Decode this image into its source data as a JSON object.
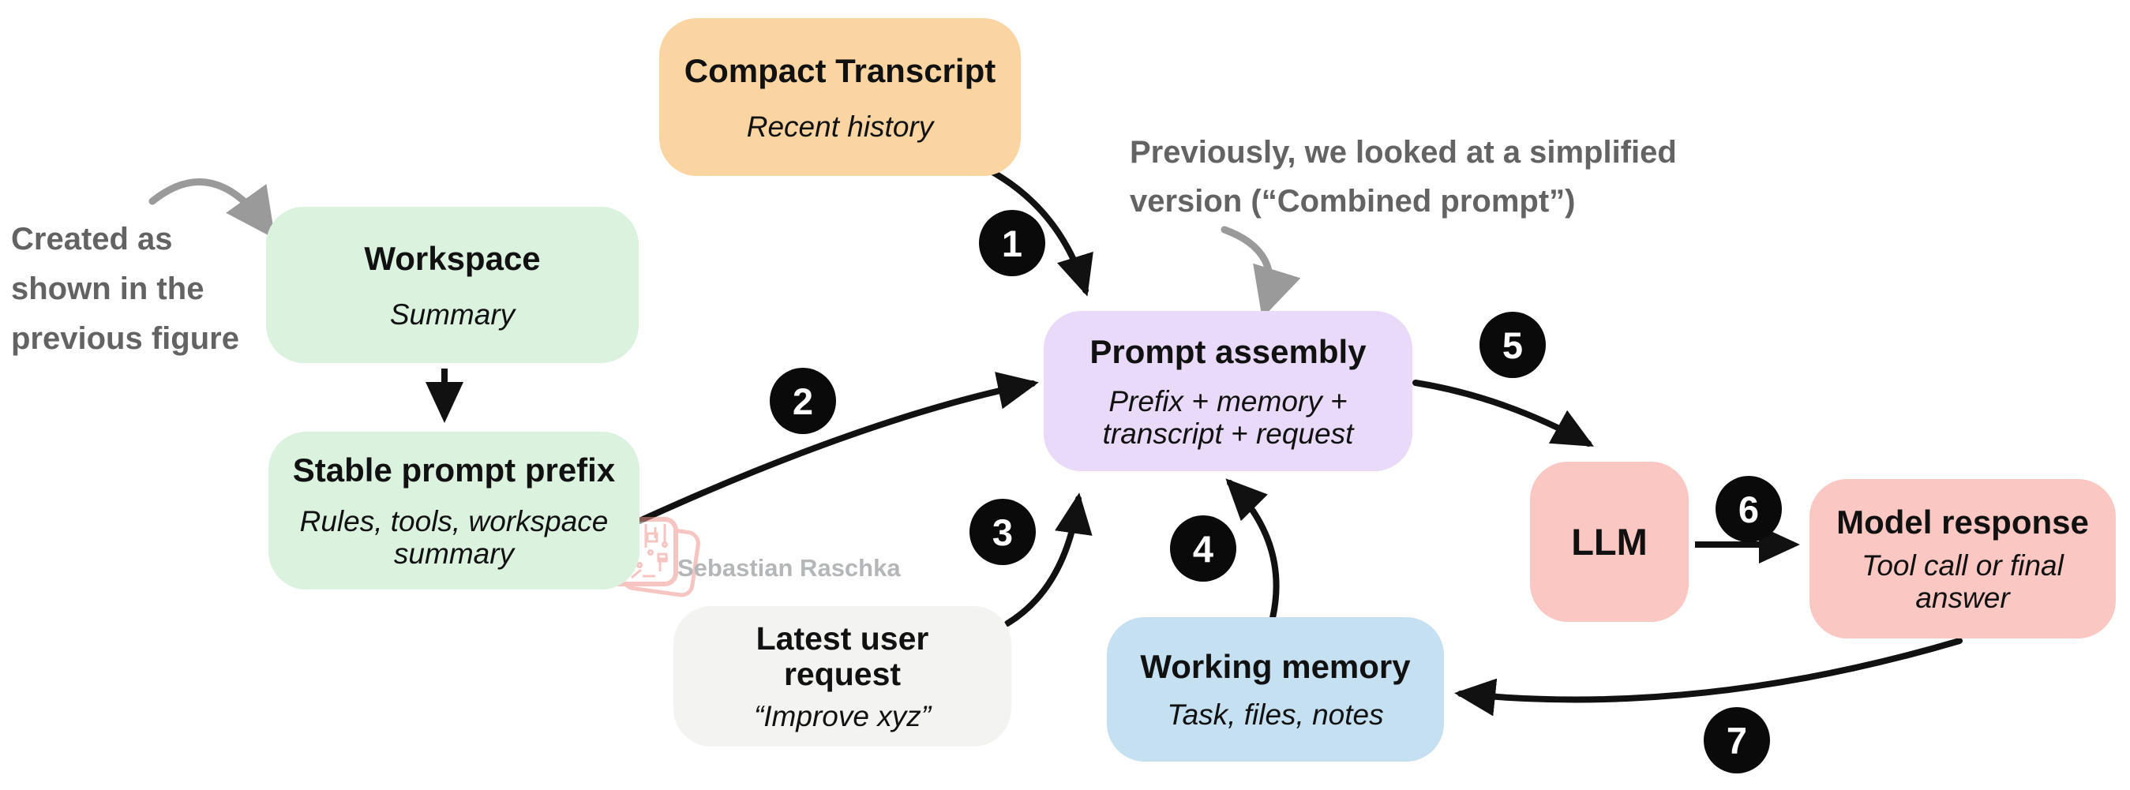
{
  "figure": {
    "description": "Agentic LLM prompt-assembly flow diagram",
    "background": "#ffffff"
  },
  "annotations": {
    "created_as": "Created as\nshown in the\nprevious figure",
    "previously": "Previously, we looked at a simplified\nversion (“Combined prompt”)"
  },
  "nodes": {
    "workspace": {
      "title": "Workspace",
      "subtitle": "Summary"
    },
    "stable_prefix": {
      "title": "Stable prompt prefix",
      "subtitle": "Rules, tools, workspace\nsummary"
    },
    "compact_transcript": {
      "title": "Compact Transcript",
      "subtitle": "Recent history"
    },
    "prompt_assembly": {
      "title": "Prompt assembly",
      "subtitle": "Prefix + memory +\ntranscript + request"
    },
    "latest_request": {
      "title": "Latest user\nrequest",
      "subtitle": "“Improve xyz”"
    },
    "working_memory": {
      "title": "Working memory",
      "subtitle": "Task, files, notes"
    },
    "llm": {
      "title": "LLM",
      "subtitle": ""
    },
    "model_response": {
      "title": "Model response",
      "subtitle": "Tool call or final\nanswer"
    }
  },
  "steps": [
    "1",
    "2",
    "3",
    "4",
    "5",
    "6",
    "7"
  ],
  "watermark": {
    "name": "Sebastian Raschka"
  },
  "colors": {
    "node_green": "#dbf2df",
    "node_orange": "#fad5a2",
    "node_purple": "#e8daf8",
    "node_pink": "#fbc7c2",
    "node_blue": "#c4e0f1",
    "node_gray": "#f3f3f1",
    "step_circle": "#0a0a0a",
    "step_number": "#ffffff",
    "arrow_black": "#111111",
    "arrow_gray": "#9a9a9a",
    "annotation_text": "#636363",
    "watermark_text": "#b4b6b8",
    "watermark_logo": "#f09691"
  }
}
